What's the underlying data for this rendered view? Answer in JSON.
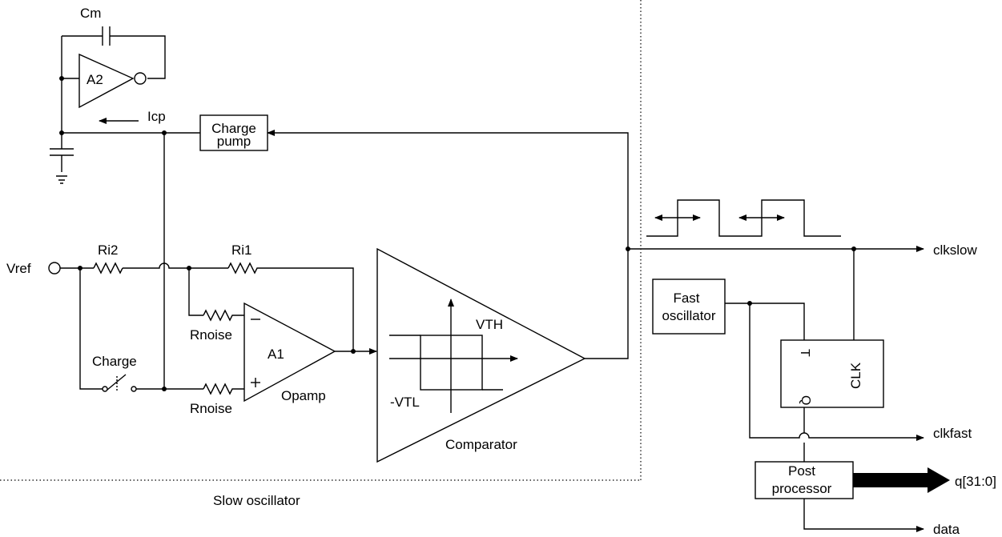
{
  "blocks": {
    "capacitor_cm": "Cm",
    "inverter_a2": "A2",
    "current_icp": "Icp",
    "charge_pump_line1": "Charge",
    "charge_pump_line2": "pump",
    "vref": "Vref",
    "resistor_ri2": "Ri2",
    "resistor_ri1": "Ri1",
    "rnoise_top": "Rnoise",
    "rnoise_bottom": "Rnoise",
    "opamp_a1": "A1",
    "opamp_caption": "Opamp",
    "charge_switch": "Charge",
    "threshold_vth": "VTH",
    "threshold_vtl": "-VTL",
    "comparator": "Comparator",
    "slow_oscillator": "Slow oscillator",
    "fast_oscillator_line1": "Fast",
    "fast_oscillator_line2": "oscillator",
    "ff_t": "T",
    "ff_clk": "CLK",
    "ff_q": "Q",
    "post_processor_line1": "Post",
    "post_processor_line2": "processor"
  },
  "signals": {
    "clkslow": "clkslow",
    "clkfast": "clkfast",
    "q_bus": "q[31:0]",
    "data": "data"
  }
}
